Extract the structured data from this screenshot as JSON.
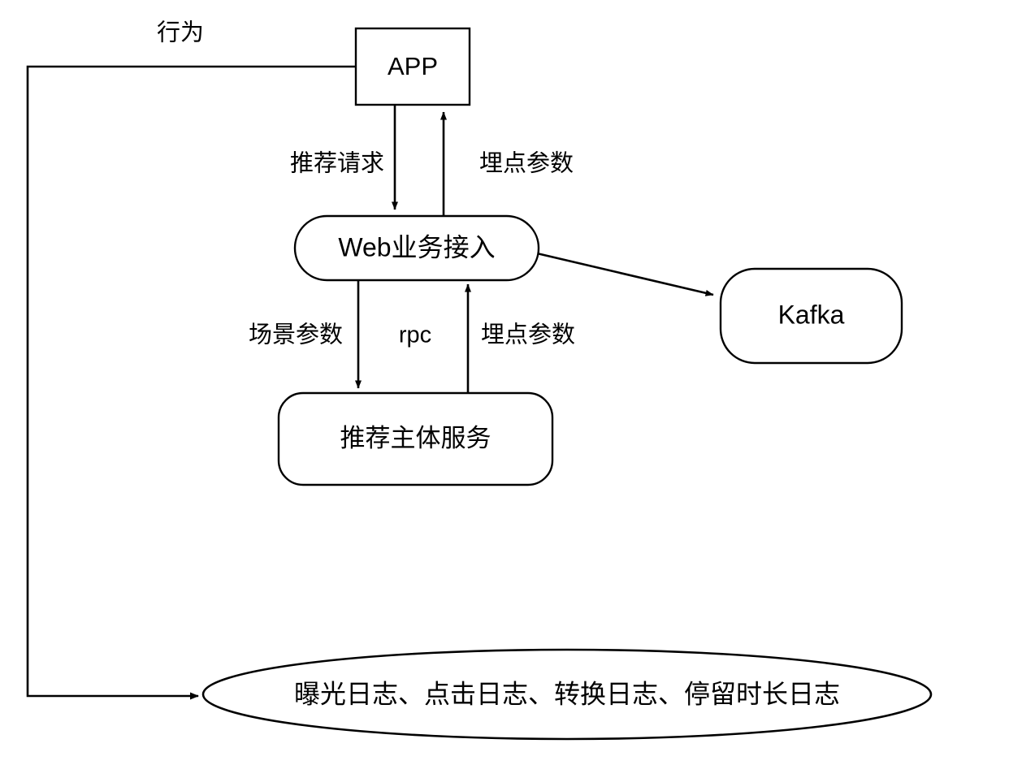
{
  "diagram": {
    "title_text": "",
    "background_color": "#ffffff",
    "stroke_color": "#000000",
    "nodes": [
      {
        "id": "app",
        "label": "APP",
        "shape": "rectangle"
      },
      {
        "id": "web",
        "label": "Web业务接入",
        "shape": "stadium"
      },
      {
        "id": "kafka",
        "label": "Kafka",
        "shape": "rounded-rectangle"
      },
      {
        "id": "rec",
        "label": "推荐主体服务",
        "shape": "rounded-rectangle"
      },
      {
        "id": "logs",
        "label": "曝光日志、点击日志、转换日志、停留时长日志",
        "shape": "ellipse"
      }
    ],
    "edges": [
      {
        "id": "logs-to-app",
        "label": "行为",
        "from": "logs",
        "to": "app",
        "arrow": "to-logs"
      },
      {
        "id": "app-to-web",
        "label": "推荐请求",
        "from": "app",
        "to": "web",
        "arrow": "down"
      },
      {
        "id": "web-to-app",
        "label": "埋点参数",
        "from": "web",
        "to": "app",
        "arrow": "up"
      },
      {
        "id": "web-to-kafka",
        "label": "",
        "from": "web",
        "to": "kafka",
        "arrow": "diagonal-right"
      },
      {
        "id": "web-to-rec",
        "label": "场景参数",
        "from": "web",
        "to": "rec",
        "arrow": "down"
      },
      {
        "id": "rpc-channel",
        "label": "rpc",
        "from": "web",
        "to": "rec",
        "arrow": "none"
      },
      {
        "id": "rec-to-web",
        "label": "埋点参数",
        "from": "rec",
        "to": "web",
        "arrow": "up"
      }
    ]
  }
}
